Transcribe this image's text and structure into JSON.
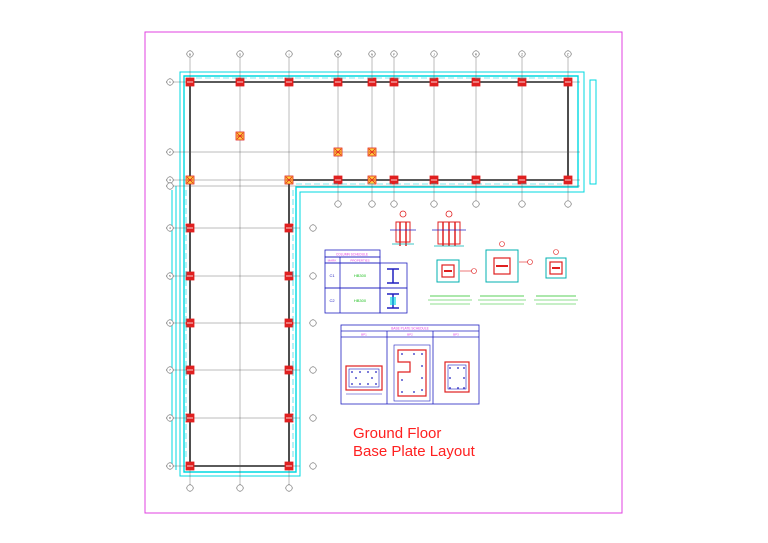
{
  "sheet": {
    "title_line1": "Ground Floor",
    "title_line2": "Base Plate Layout"
  },
  "grid": {
    "top_labels": [
      "B",
      "G",
      "I",
      "M",
      "N",
      "F",
      "J",
      "R",
      "Z",
      "Z'"
    ],
    "left_labels": [
      "1",
      "2",
      "3",
      "4",
      "5",
      "6",
      "7",
      "8",
      "9",
      "10"
    ]
  },
  "column_schedule": {
    "title": "COLUMN SCHEDULE",
    "headers": [
      "MARK",
      "PROPERTIES"
    ],
    "rows": [
      {
        "mark": "C1",
        "prop": "HB300"
      },
      {
        "mark": "C2",
        "prop": "HB300"
      }
    ]
  },
  "base_plate_schedule": {
    "title": "BASE PLATE SCHEDULE",
    "columns": [
      "BP1",
      "BP2",
      "BP3"
    ]
  },
  "colors": {
    "border": "#e040e0",
    "grid_line": "#555555",
    "wall_cyan": "#00d8e0",
    "column_red": "#e02020",
    "title_red": "#ff2020",
    "table_blue": "#2020c0",
    "table_title": "#e040e0",
    "label_green": "#20c020"
  }
}
